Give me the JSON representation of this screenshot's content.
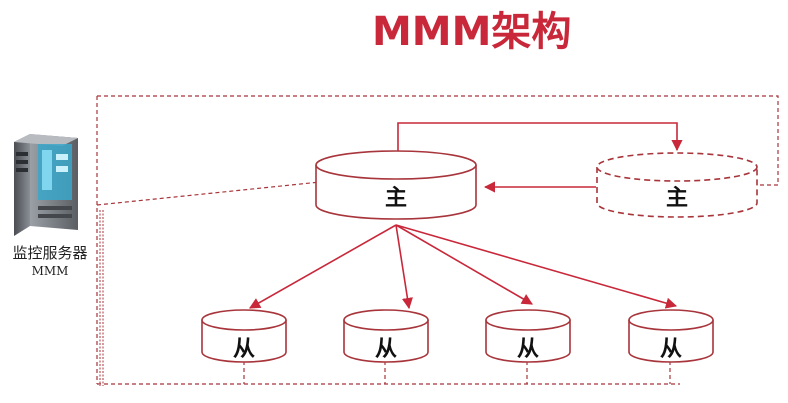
{
  "title": "MMM架构",
  "monitor": {
    "label": "监控服务器",
    "sublabel": "MMM",
    "icon": "server-tower-icon"
  },
  "masters": [
    {
      "label": "主",
      "state": "active"
    },
    {
      "label": "主",
      "state": "standby"
    }
  ],
  "slaves": [
    {
      "label": "从"
    },
    {
      "label": "从"
    },
    {
      "label": "从"
    },
    {
      "label": "从"
    }
  ],
  "colors": {
    "accent": "#c8283a",
    "stroke": "#a8353b",
    "dashed": "#a8353b"
  }
}
